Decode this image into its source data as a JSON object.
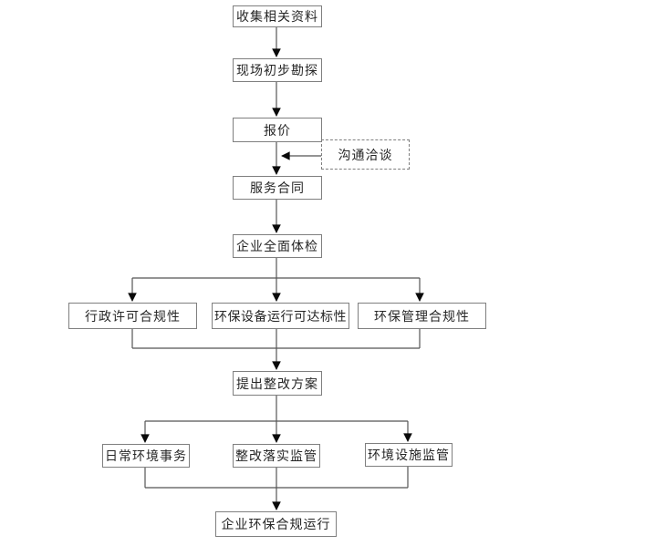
{
  "flowchart": {
    "title": "enterprise-environmental-compliance-service-process",
    "nodes": {
      "collect": {
        "label": "收集相关资料"
      },
      "survey": {
        "label": "现场初步勘探"
      },
      "quote": {
        "label": "报价"
      },
      "negotiate": {
        "label": "沟通洽谈",
        "style": "dashed"
      },
      "contract": {
        "label": "服务合同"
      },
      "checkup": {
        "label": "企业全面体检"
      },
      "admin": {
        "label": "行政许可合规性"
      },
      "equipment": {
        "label": "环保设备运行可达标性"
      },
      "management": {
        "label": "环保管理合规性"
      },
      "plan": {
        "label": "提出整改方案"
      },
      "daily": {
        "label": "日常环境事务"
      },
      "rectify": {
        "label": "整改落实监管"
      },
      "facility": {
        "label": "环境设施监管"
      },
      "operation": {
        "label": "企业环保合规运行"
      }
    },
    "colors": {
      "background": "#ffffff",
      "box_border": "#7f7f7f",
      "line": "#555555",
      "arrowhead": "#0a0a0a",
      "text": "#262626"
    }
  }
}
